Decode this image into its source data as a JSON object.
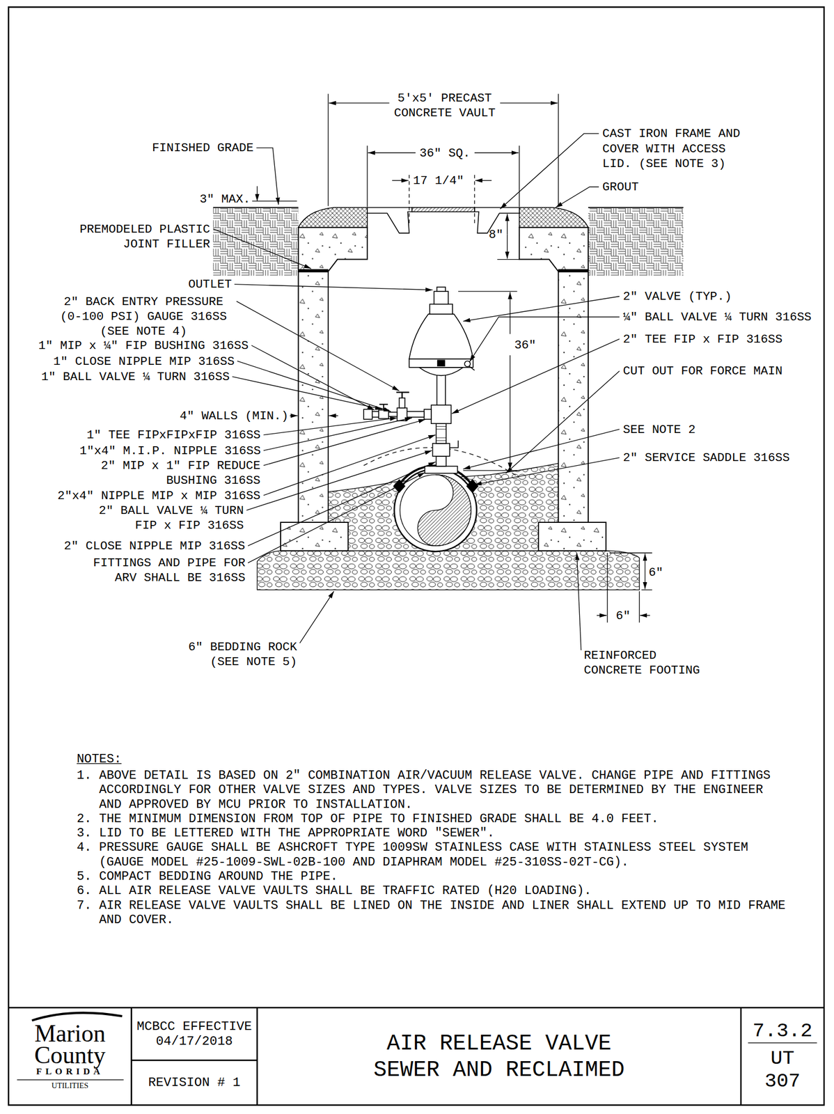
{
  "diagram": {
    "nodes": [
      {
        "text": [
          "Marion County",
          "FLORIDA",
          "UTILITIES"
        ]
      },
      {
        "text": [
          "MCBCC EFFECTIVE 04/17/2018"
        ]
      },
      {
        "text": [
          "REVISION # 1"
        ]
      },
      {
        "text": [
          "AIR RELEASE VALVE SEWER AND RECLAIMED"
        ]
      },
      {
        "text": [
          "7.3.2",
          "UT 307"
        ]
      }
    ],
    "labels": [
      "5'x5' PRECAST CONCRETE VAULT",
      "FINISHED GRADE",
      "36\" SQ.",
      "CAST IRON FRAME AND COVER WITH ACCESS LID. (SEE NOTE 3)",
      "17 1/4\"",
      "GROUT",
      "3\" MAX.",
      "PREMODELED PLASTIC JOINT FILLER",
      "8\"",
      "OUTLET",
      "2\" BACK ENTRY PRESSURE (0-100 PSI) GAUGE 316SS (SEE NOTE 4)",
      "1\" MIP x ¼\" FIP BUSHING 316SS",
      "1\" CLOSE NIPPLE MIP 316SS",
      "1\" BALL VALVE ¼ TURN 316SS",
      "4\" WALLS (MIN.)",
      "1\" TEE FIPxFIPxFIP 316SS",
      "1\"x4\" M.I.P. NIPPLE 316SS",
      "2\" MIP x 1\" FIP REDUCE BUSHING 316SS",
      "2\"x4\" NIPPLE MIP x MIP 316SS",
      "2\" BALL VALVE ¼ TURN FIP x FIP 316SS",
      "2\" CLOSE NIPPLE MIP 316SS",
      "FITTINGS AND PIPE FOR ARV SHALL BE 316SS",
      "6\" BEDDING ROCK (SEE NOTE 5)",
      "36\"",
      "2\" VALVE (TYP.)",
      "¼\" BALL VALVE ¼ TURN 316SS",
      "2\" TEE FIP x FIP 316SS",
      "CUT OUT FOR FORCE MAIN",
      "SEE NOTE 2",
      "2\" SERVICE SADDLE 316SS",
      "6\"",
      "6\"",
      "REINFORCED CONCRETE FOOTING",
      "NOTES:",
      "1. ABOVE DETAIL IS BASED ON 2\" COMBINATION AIR/VACUUM RELEASE VALVE. CHANGE PIPE AND FITTINGS ACCORDINGLY FOR OTHER VALVE SIZES AND TYPES. VALVE SIZES TO BE DETERMINED BY THE ENGINEER AND APPROVED BY MCU PRIOR TO INSTALLATION.",
      "2. THE MINIMUM DIMENSION FROM TOP OF PIPE TO FINISHED GRADE SHALL BE 4.0 FEET.",
      "3. LID TO BE LETTERED WITH THE APPROPRIATE WORD \"SEWER\".",
      "4. PRESSURE GAUGE SHALL BE ASHCROFT TYPE 1009SW STAINLESS CASE WITH STAINLESS STEEL SYSTEM (GAUGE MODEL #25-1009-SWL-02B-100 AND DIAPHRAM MODEL #25-310SS-02T-CG).",
      "5. COMPACT BEDDING AROUND THE PIPE.",
      "6. ALL AIR RELEASE VALVE VAULTS SHALL BE TRAFFIC RATED (H20 LOADING).",
      "7. AIR RELEASE VALVE VAULTS SHALL BE LINED ON THE INSIDE AND LINER SHALL EXTEND UP TO MID FRAME AND COVER."
    ]
  }
}
